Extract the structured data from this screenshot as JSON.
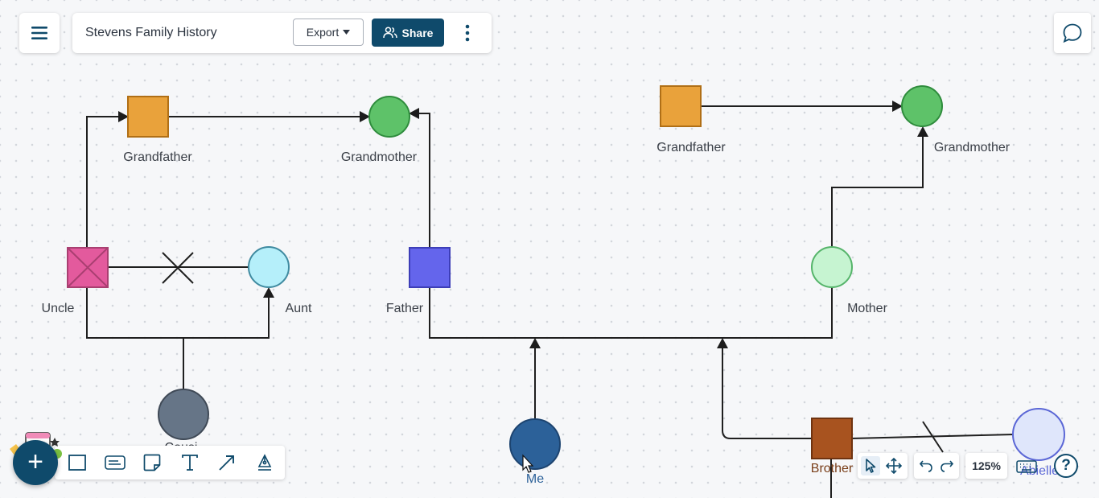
{
  "document": {
    "title": "Stevens Family History"
  },
  "topbar": {
    "export_label": "Export",
    "share_label": "Share"
  },
  "tree": {
    "labels": {
      "grandfather_paternal": "Grandfather",
      "grandmother_paternal": "Grandmother",
      "grandfather_maternal": "Grandfather",
      "grandmother_maternal": "Grandmother",
      "uncle": "Uncle",
      "aunt": "Aunt",
      "father": "Father",
      "mother": "Mother",
      "me": "Me",
      "brother": "Brother",
      "cousin_partial": "Cousi",
      "abielle": "Abielle"
    }
  },
  "shape_toolbar": {
    "tools": [
      "rectangle-tool",
      "text-card-tool",
      "sticky-note-tool",
      "text-tool",
      "line-tool",
      "pen-tool"
    ]
  },
  "bottom_controls": {
    "zoom": "125%",
    "help": "?",
    "add": "+"
  },
  "colors": {
    "accent": "#0f4a6b",
    "grandfather": "#e9a23b",
    "grandmother": "#5ec269",
    "uncle": "#e35a9d",
    "aunt": "#b5effa",
    "father": "#6465ec",
    "mother": "#c6f4d1",
    "me": "#2c6199",
    "cousin": "#667587",
    "brother": "#a8531f",
    "abielle": "#dfe6fb"
  }
}
